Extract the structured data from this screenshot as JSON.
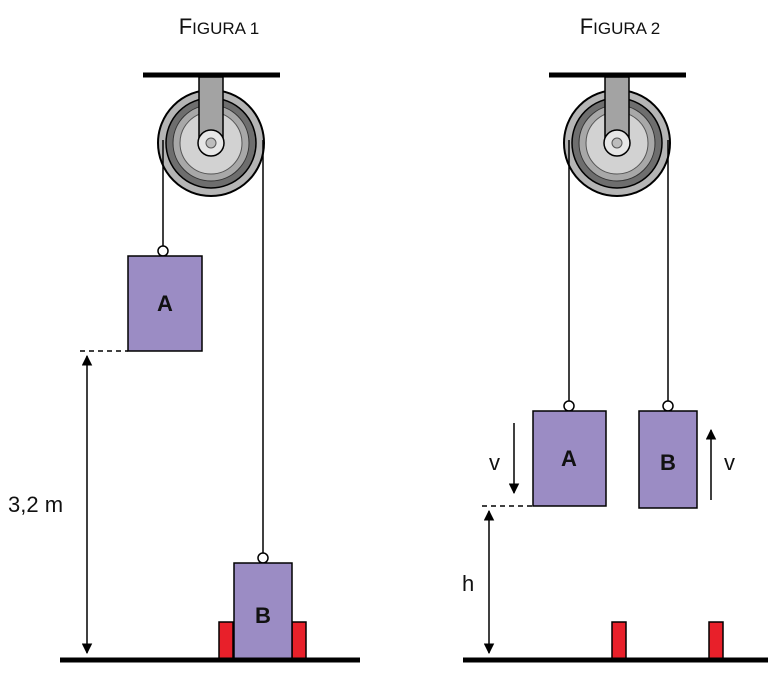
{
  "figure1": {
    "title_first": "F",
    "title_rest": "IGURA 1",
    "block_a": "A",
    "block_b": "B",
    "height_label": "3,2 m"
  },
  "figure2": {
    "title_first": "F",
    "title_rest": "IGURA 2",
    "block_a": "A",
    "block_b": "B",
    "velocity_a": "v",
    "velocity_b": "v",
    "height_label": "h"
  },
  "colors": {
    "block": "#9b8cc4",
    "stopper": "#e8202a",
    "line": "#000000",
    "pulley_outer": "#9a9a9a",
    "pulley_inner": "#5a5a5a"
  }
}
